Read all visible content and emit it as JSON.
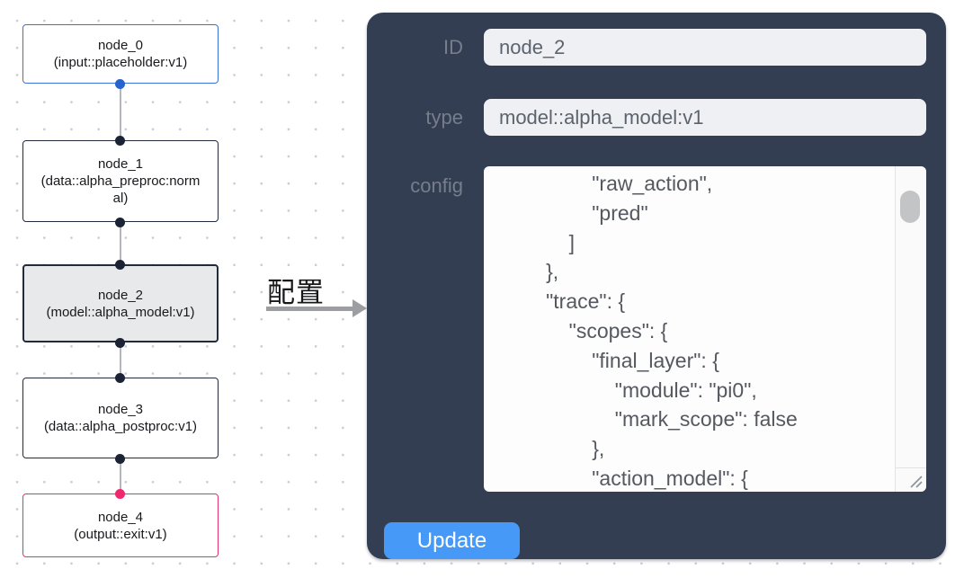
{
  "flowchart": {
    "nodes": [
      {
        "title": "node_0",
        "subtitle": "(input::placeholder:v1)",
        "variant": "input"
      },
      {
        "title": "node_1",
        "subtitle": "(data::alpha_preproc:normal)",
        "variant": "default"
      },
      {
        "title": "node_2",
        "subtitle": "(model::alpha_model:v1)",
        "variant": "selected"
      },
      {
        "title": "node_3",
        "subtitle": "(data::alpha_postproc:v1)",
        "variant": "default"
      },
      {
        "title": "node_4",
        "subtitle": "(output::exit:v1)",
        "variant": "output"
      }
    ],
    "colors": {
      "input_border": "#3a70d2",
      "default_border": "#222b3d",
      "output_border": "#e63270",
      "selected_fill": "#e8e9ea",
      "input_port": "#2563cf",
      "default_port": "#1b2334",
      "output_port": "#f2256d",
      "edge": "#b4b7bd"
    }
  },
  "transition": {
    "label": "配置",
    "arrow_color": "#9c9ea1"
  },
  "panel": {
    "bg_color": "#333e52",
    "accent_color": "#4799f7",
    "fields": [
      {
        "label": "ID",
        "value": "node_2"
      },
      {
        "label": "type",
        "value": "model::alpha_model:v1"
      }
    ],
    "config": {
      "label": "config",
      "text": "                \"raw_action\",\n                \"pred\"\n            ]\n        },\n        \"trace\": {\n            \"scopes\": {\n                \"final_layer\": {\n                    \"module\": \"pi0\",\n                    \"mark_scope\": false\n                },\n                \"action_model\": {"
    },
    "update_label": "Update"
  }
}
